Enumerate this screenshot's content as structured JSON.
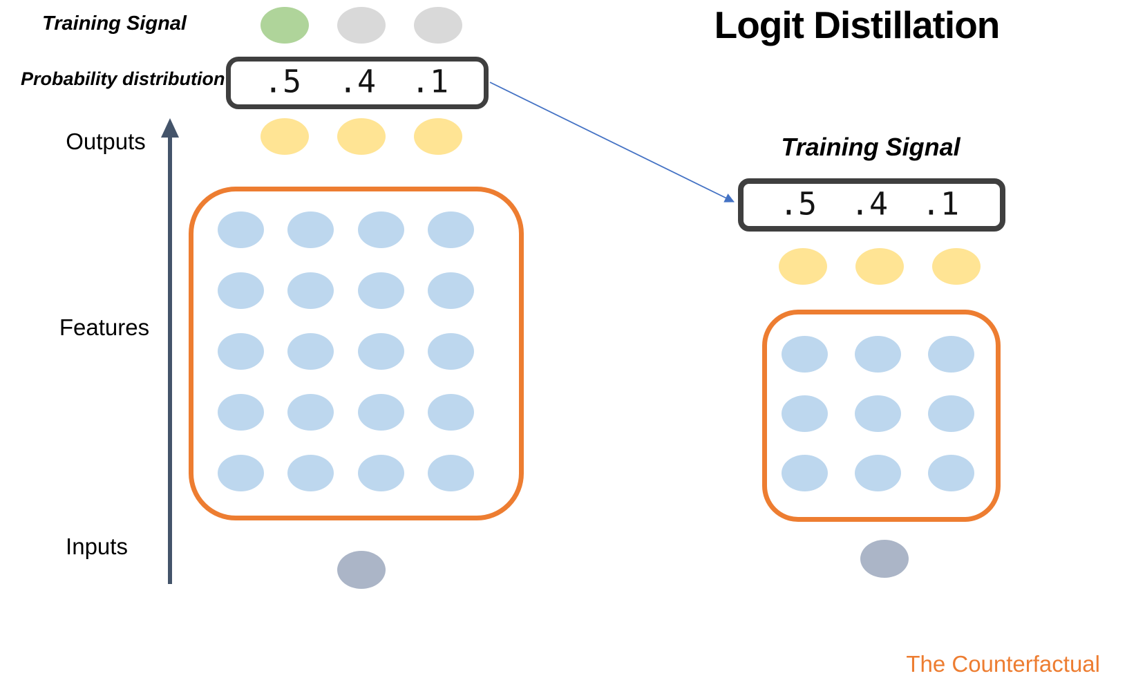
{
  "title": "Logit Distillation",
  "watermark": "The Counterfactual",
  "teacher": {
    "training_signal_label": "Training Signal",
    "probability_label": "Probability distribution",
    "outputs_label": "Outputs",
    "features_label": "Features",
    "inputs_label": "Inputs",
    "signal_node_colors": [
      "green",
      "gray",
      "gray"
    ],
    "probabilities": [
      ".5",
      ".4",
      ".1"
    ],
    "output_node_colors": [
      "yellow",
      "yellow",
      "yellow"
    ],
    "feature_grid": {
      "rows": 5,
      "cols": 4,
      "color": "blue"
    },
    "input_node_color": "slate"
  },
  "student": {
    "training_signal_label": "Training Signal",
    "probabilities": [
      ".5",
      ".4",
      ".1"
    ],
    "output_node_colors": [
      "yellow",
      "yellow",
      "yellow"
    ],
    "feature_grid": {
      "rows": 3,
      "cols": 3,
      "color": "blue"
    },
    "input_node_color": "slate"
  },
  "colors": {
    "green": "#AFD49A",
    "gray": "#D9D9D9",
    "yellow": "#FFE494",
    "blue": "#BDD7EE",
    "slate": "#ABB5C7",
    "orange_box_border": "#ED7D31",
    "dark_box_border": "#3F3F3F",
    "axis_arrow": "#44546A",
    "connector_arrow": "#4472C4",
    "watermark_orange": "#ED7D31"
  }
}
